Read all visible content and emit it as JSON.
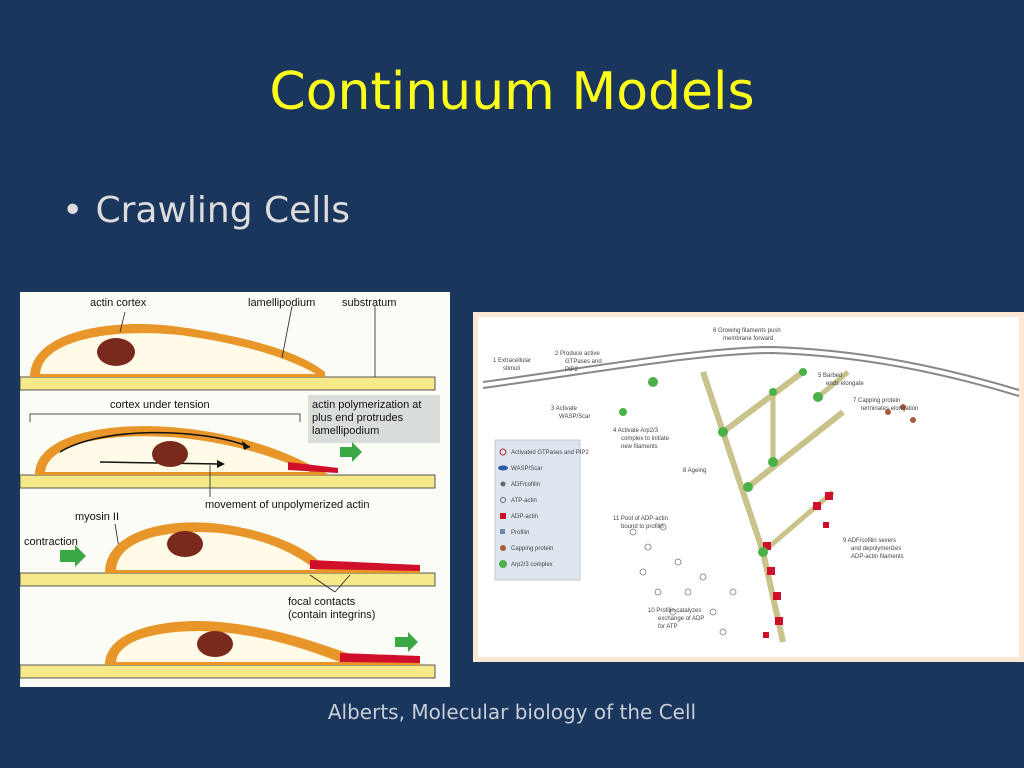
{
  "slide": {
    "title": "Continuum Models",
    "bullet": "Crawling Cells",
    "bullet_marker": "•",
    "caption": "Alberts, Molecular biology of the Cell"
  },
  "left_figure": {
    "labels": {
      "actin_cortex": "actin cortex",
      "lamellipodium": "lamellipodium",
      "substratum": "substratum",
      "cortex_under_tension": "cortex under tension",
      "actin_poly_1": "actin polymerization at",
      "actin_poly_2": "plus end protrudes",
      "actin_poly_3": "lamellipodium",
      "movement": "movement of unpolymerized actin",
      "myosin": "myosin II",
      "contraction": "contraction",
      "focal_1": "focal contacts",
      "focal_2": "(contain integrins)"
    }
  },
  "right_figure": {
    "labels": {
      "step1_a": "1  Extracellular",
      "step1_b": "stimuli",
      "step2_a": "2  Produce active",
      "step2_b": "GTPases and",
      "step2_c": "PIP2",
      "step3_a": "3  Activate",
      "step3_b": "WASP/Scar",
      "step4_a": "4  Activate Arp2/3",
      "step4_b": "complex to initiate",
      "step4_c": "new filaments",
      "step5_a": "5  Barbed",
      "step5_b": "ends elongate",
      "step6_a": "6  Growing filaments push",
      "step6_b": "membrane forward",
      "step7_a": "7  Capping protein",
      "step7_b": "terminates elongation",
      "step8": "8  Ageing",
      "step9_a": "9  ADF/cofilin severs",
      "step9_b": "and depolymerizes",
      "step9_c": "ADP-actin filaments",
      "step10_a": "10  Profilin catalyzes",
      "step10_b": "exchange of ADP",
      "step10_c": "for ATP",
      "step11_a": "11  Pool of ADP-actin",
      "step11_b": "bound to profilin",
      "legend": [
        "Activated GTPases and PIP2",
        "WASP/Scar",
        "ADF/cofilin",
        "ATP-actin",
        "ADP-actin",
        "Profilin",
        "Capping protein",
        "Arp2/3 complex"
      ]
    }
  },
  "colors": {
    "background": "#1b365d",
    "title": "#ffff1a",
    "cell_membrane": "#e8962a",
    "nucleus": "#7a2a1c",
    "substrate": "#f5e98a",
    "arrow_green": "#3aa845",
    "actin_red": "#d0102a"
  }
}
